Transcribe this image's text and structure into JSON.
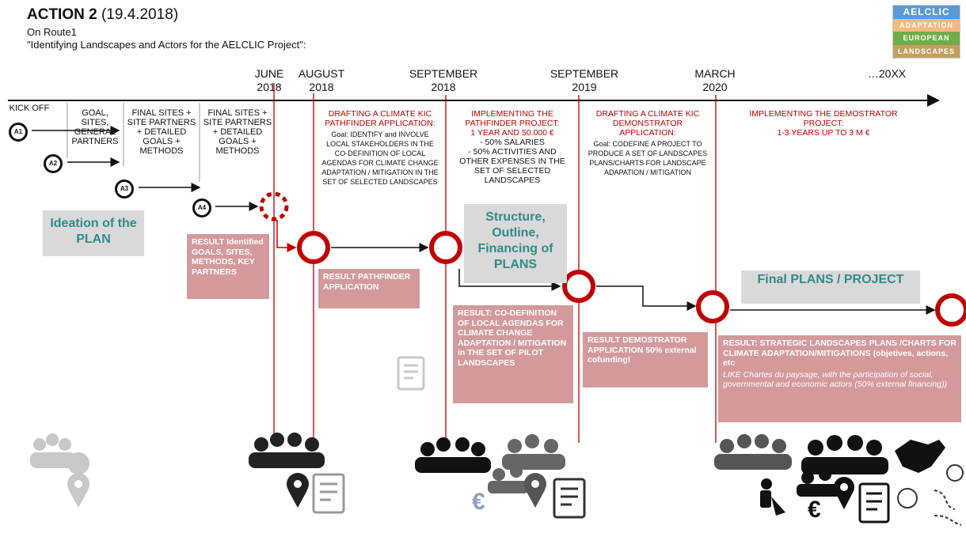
{
  "header": {
    "title_bold": "ACTION 2",
    "title_rest": " (19.4.2018)",
    "sub1": "On Route1",
    "sub2": "\"Identifying Landscapes and Actors for the AELCLIC Project\":"
  },
  "logo": {
    "l1": "AELCLIC",
    "l2": "ADAPTATION",
    "l3": "EUROPEAN",
    "l4": "LANDSCAPES"
  },
  "dates": {
    "june": "JUNE\n2018",
    "august": "AUGUST\n2018",
    "sep2018": "SEPTEMBER\n2018",
    "sep2019": "SEPTEMBER\n2019",
    "mar2020": "MARCH\n2020",
    "future": "…20XX"
  },
  "steps": {
    "kickoff": "KICK OFF",
    "a1": "A1",
    "a2": "A2",
    "a3": "A3",
    "a4": "A4",
    "goal": "GOAL, SITES, GENERAL PARTNERS",
    "final1": "FINAL SITES + SITE PARTNERS + DETAILED GOALS + METHODS",
    "final2": "FINAL SITES + SITE PARTNERS + DETAILED GOALS + METHODS"
  },
  "phases": {
    "p1_title": "DRAFTING A CLIMATE KIC PATHFINDER APPLICATION:",
    "p1_body": "Goal: IDENTIFY and INVOLVE LOCAL STAKEHOLDERS IN THE CO-DEFINITION OF LOCAL AGENDAS FOR CLIMATE CHANGE ADAPTATION / MITIGATION IN THE SET OF SELECTED LANDSCAPES",
    "p2_title": "IMPLEMENTING THE PATHFINDER PROJECT:",
    "p2_sub": "1 YEAR AND 50.000 €",
    "p2_b1": "-   50% SALARIES",
    "p2_b2": "-   50% ACTIVITIES AND OTHER EXPENSES IN THE SET OF SELECTED LANDSCAPES",
    "p3_title": "DRAFTING A CLIMATE KIC DEMONSTRATOR APPLICATION:",
    "p3_body": "Goal: CODEFINE A PROJECT TO PRODUCE A SET OF LANDSCAPES PLANS/CHARTS FOR LANDSCAPE ADAPATION / MITIGATION",
    "p4_title": "IMPLEMENTING THE DEMOSTRATOR PROJECT:",
    "p4_sub": "1-3 YEARS UP TO 3 M €"
  },
  "boxes": {
    "ideation": "Ideation of the PLAN",
    "structure": "Structure, Outline, Financing of PLANS",
    "final": "Final PLANS / PROJECT"
  },
  "results": {
    "r1": "RESULT Identified GOALS, SITES, METHODS, KEY PARTNERS",
    "r2": "RESULT PATHFINDER APPLICATION",
    "r3": "RESULT: CO-DEFINITION OF LOCAL AGENDAS FOR CLIMATE CHANGE ADAPTATION / MITIGATION in THE SET OF PILOT LANDSCAPES",
    "r4": "RESULT DEMOSTRATOR APPLICATION 50% external cofunding!",
    "r5": "RESULT: STRATEGIC LANDSCAPES PLANS /CHARTS FOR CLIMATE ADAPTATION/MITIGATIONS (objetives, actions, etc",
    "r5_italic": "LIKE Chartes du paysage, with the participation of social, governmental and economic actors (50% external financing))"
  },
  "icons": {
    "euro1": "€",
    "euro2": "€"
  }
}
